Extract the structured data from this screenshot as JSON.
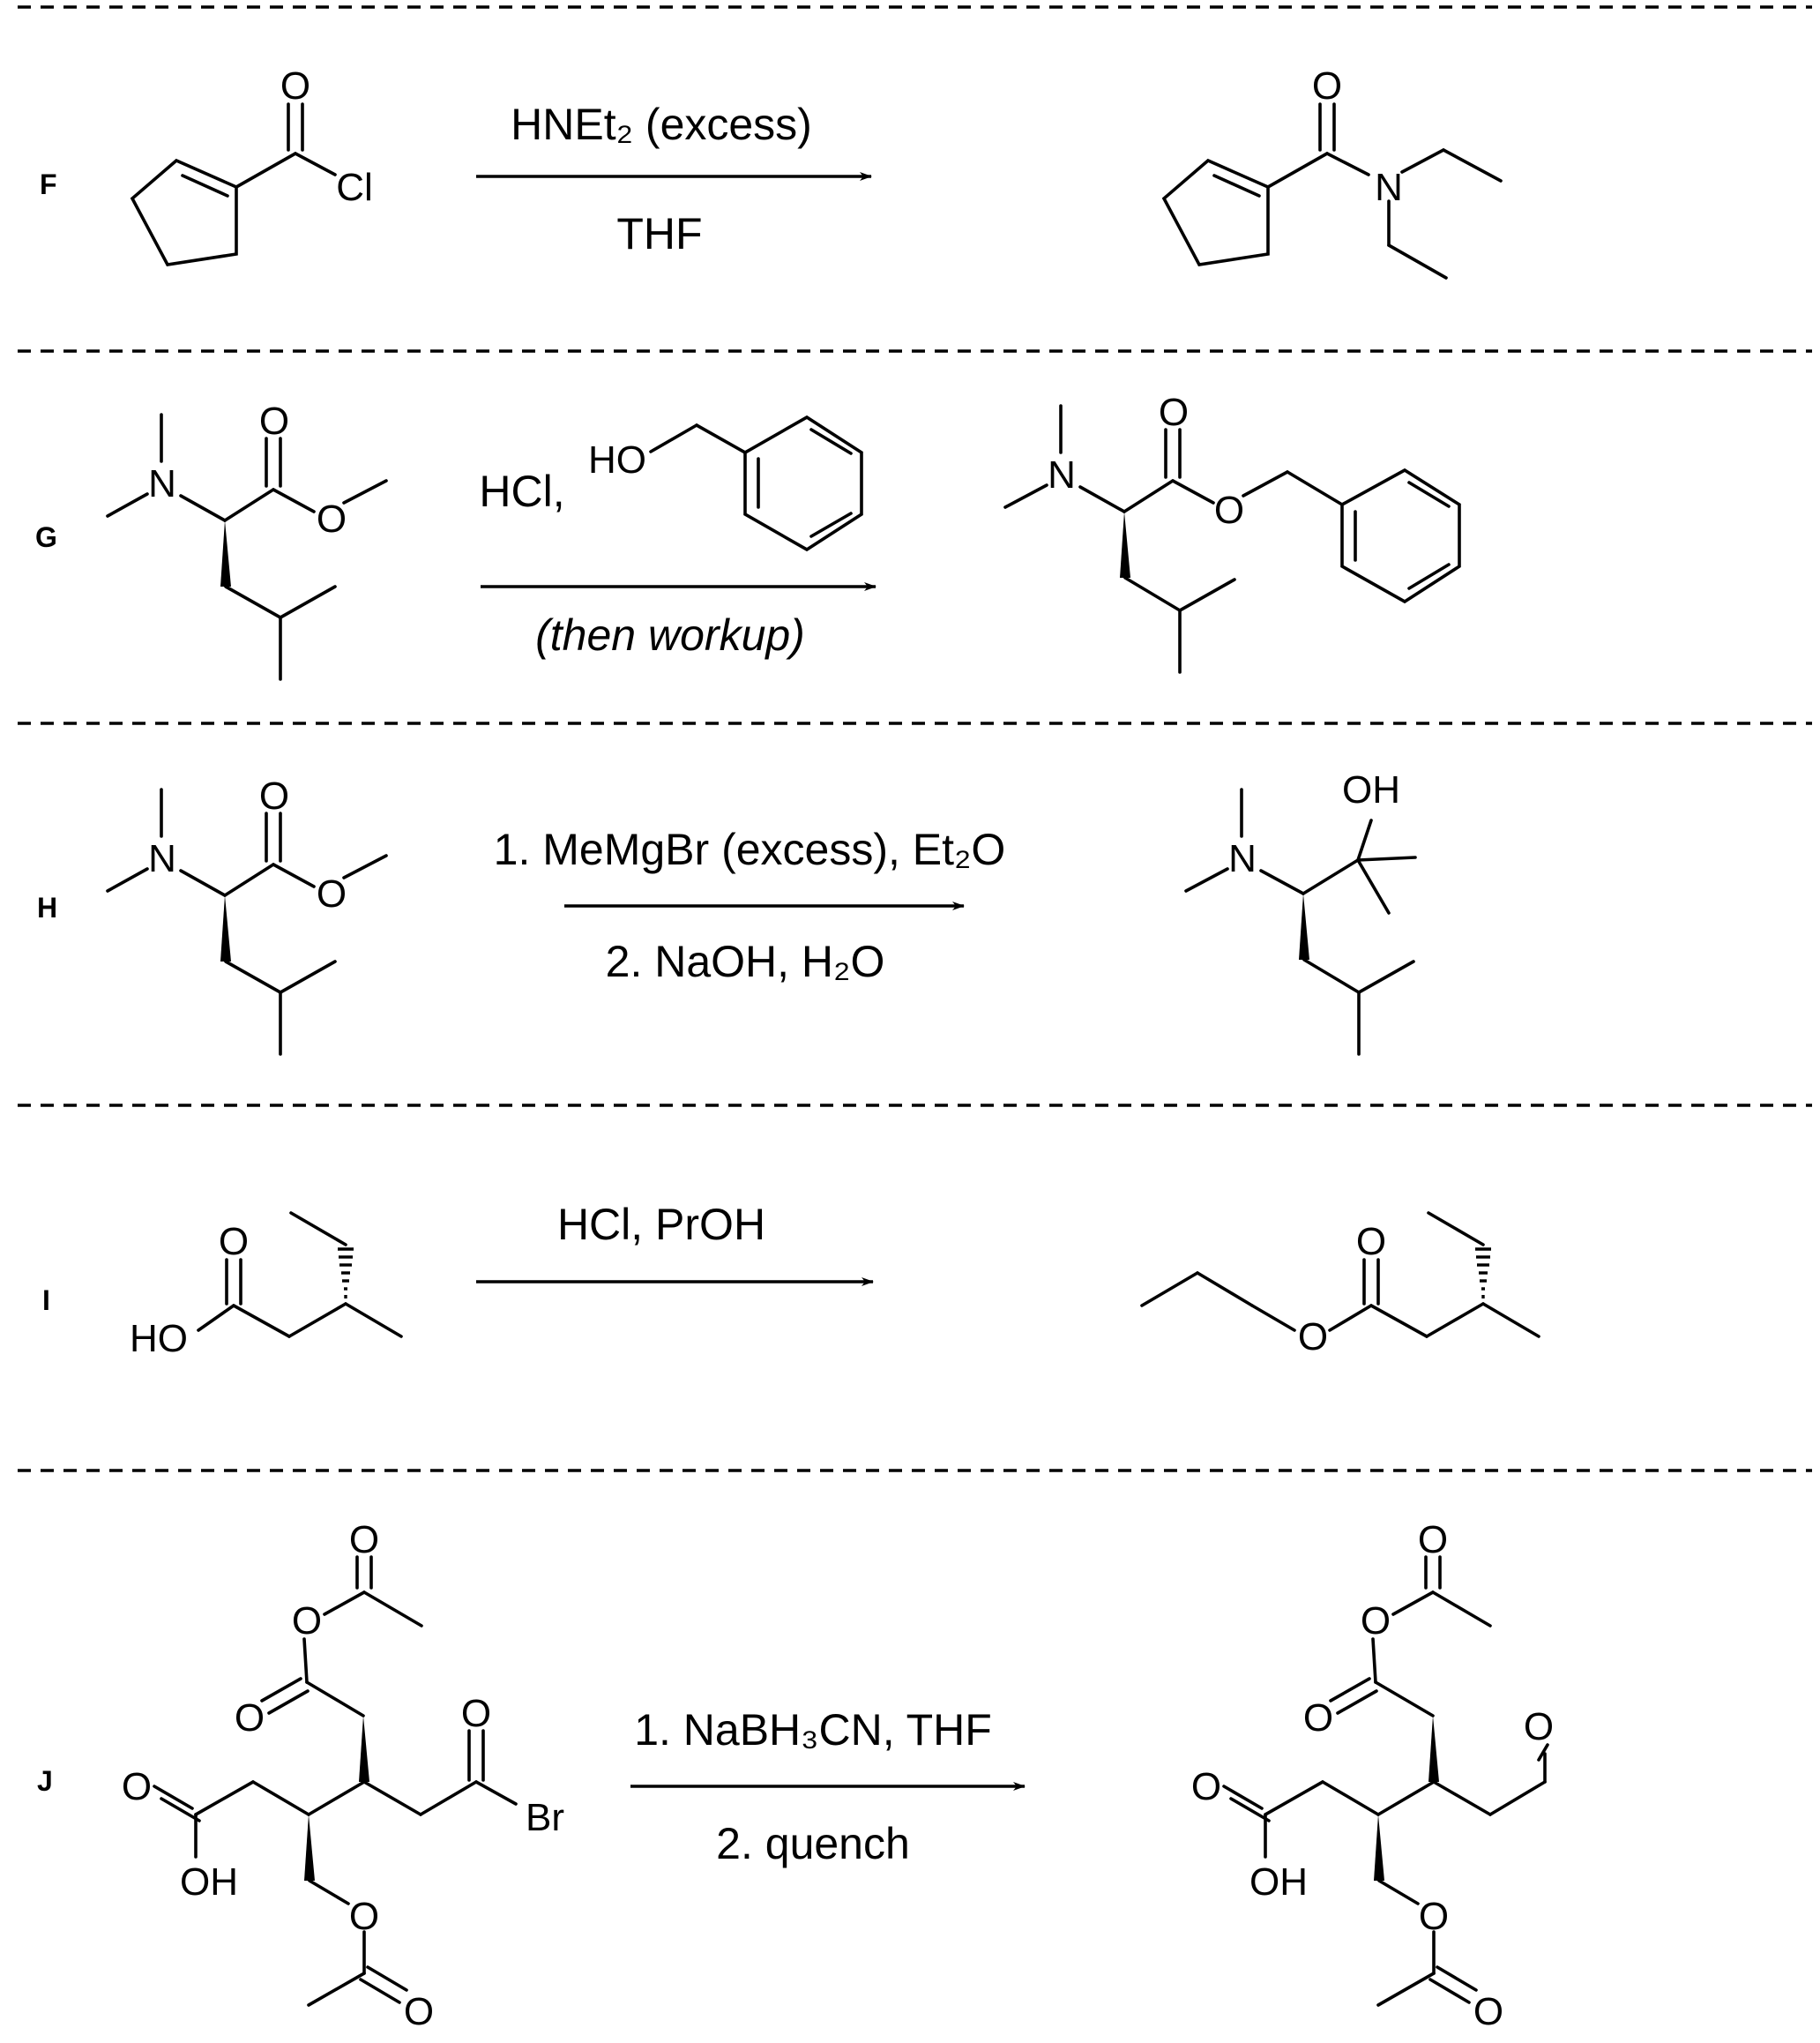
{
  "reactions": [
    {
      "label": "F",
      "reagent_line1": "HNEt₂ (excess)",
      "reagent_line2": "THF"
    },
    {
      "label": "G",
      "reagent_line1": "HCl,",
      "reagent_line2": "(then workup)"
    },
    {
      "label": "H",
      "reagent_line1": "1. MeMgBr (excess), Et₂O",
      "reagent_line2": "2. NaOH, H₂O"
    },
    {
      "label": "I",
      "reagent_line1": "HCl, PrOH",
      "reagent_line2": ""
    },
    {
      "label": "J",
      "reagent_line1": "1. NaBH₃CN, THF",
      "reagent_line2": "2. quench"
    }
  ],
  "atoms": {
    "O": "O",
    "Cl": "Cl",
    "N": "N",
    "HO": "HO",
    "OH": "OH",
    "Br": "Br"
  }
}
